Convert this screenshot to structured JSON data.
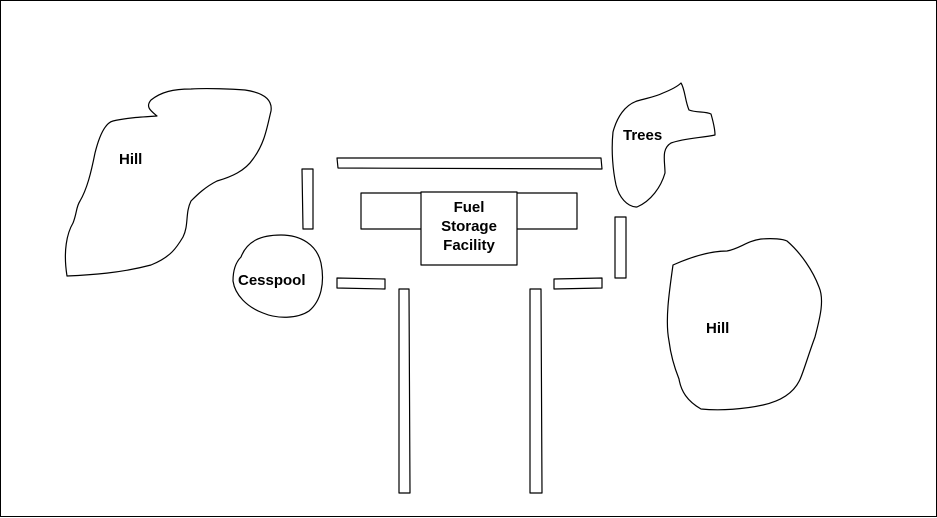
{
  "map": {
    "labels": {
      "hill_left": "Hill",
      "hill_right": "Hill",
      "trees": "Trees",
      "cesspool": "Cesspool",
      "facility_line1": "Fuel",
      "facility_line2": "Storage",
      "facility_line3": "Facility"
    },
    "colors": {
      "background": "#ffffff",
      "outline": "#000000"
    }
  }
}
